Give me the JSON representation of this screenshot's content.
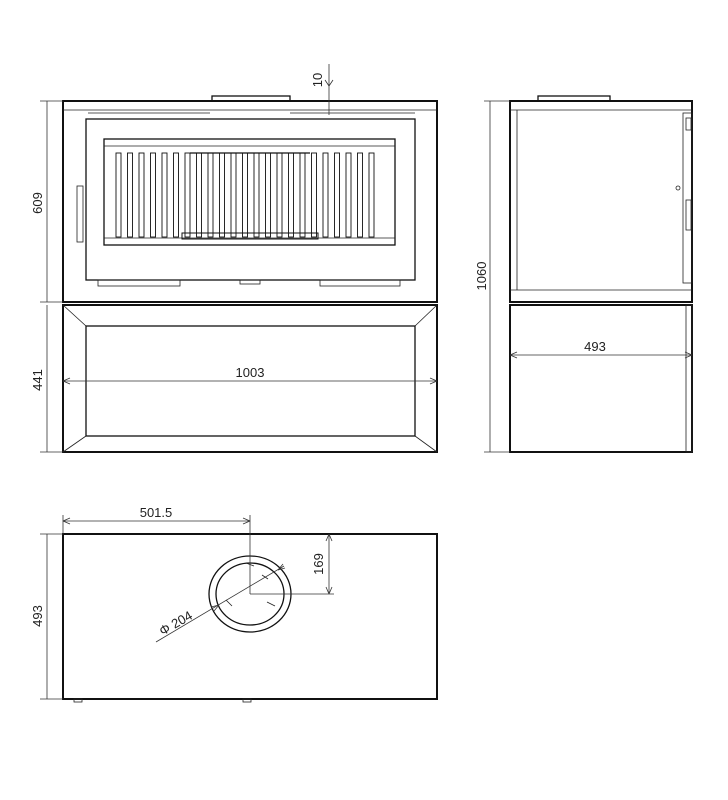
{
  "drawing": {
    "views": [
      "front-view",
      "side-view",
      "top-view"
    ],
    "dimensions": {
      "top_gap": "10",
      "upper_height": "609",
      "base_height": "441",
      "width": "1003",
      "total_height": "1060",
      "side_depth": "493",
      "flue_offset_x": "501.5",
      "flue_offset_y": "169",
      "top_depth": "493",
      "flue_diameter": "Φ 204"
    }
  }
}
